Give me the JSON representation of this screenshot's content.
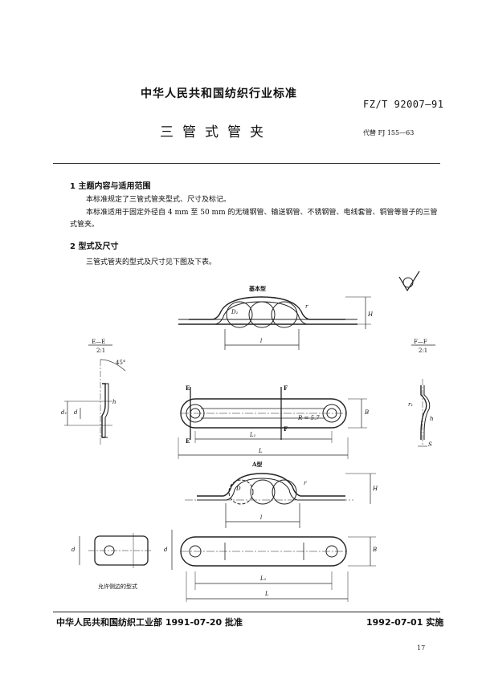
{
  "header": {
    "org_title": "中华人民共和国纺织行业标准",
    "standard_no": "FZ/T 92007—91",
    "doc_title": "三管式管夹",
    "replaces": "代替 FJ 155—63"
  },
  "sections": [
    {
      "heading": "1  主题内容与适用范围",
      "paragraphs": [
        "本标准规定了三管式管夹型式、尺寸及标记。",
        "本标准适用于固定外径自 4 mm 至 50 mm 的无缝钢管、输送钢管、不锈钢管、电线套管、铜管等管子的三管式管夹。"
      ]
    },
    {
      "heading": "2  型式及尺寸",
      "paragraphs": [
        "三管式管夹的型式及尺寸见下图及下表。"
      ]
    }
  ],
  "figure": {
    "basic_type_label": "基本型",
    "a_type_label": "A型",
    "section_ee": "E—E",
    "section_ff": "F—F",
    "scale_left": "2:1",
    "scale_right": "2:1",
    "angle": "45°",
    "radius": "R = 5.7",
    "dim_l": "l",
    "dim_L1": "L₁",
    "dim_L": "L",
    "dim_H": "H",
    "dim_B": "B",
    "dim_d": "d",
    "dim_d1": "d₁",
    "dim_h": "h",
    "dim_S": "S",
    "dim_r": "r",
    "dim_r1": "r₁",
    "dim_D": "D",
    "dim_D1": "D₁",
    "mark_E": "E",
    "mark_F": "F",
    "allowed_note": "允许侧边的型式"
  },
  "footer": {
    "issued": "中华人民共和国纺织工业部 1991-07-20 批准",
    "effective": "1992-07-01 实施",
    "page": "17"
  }
}
